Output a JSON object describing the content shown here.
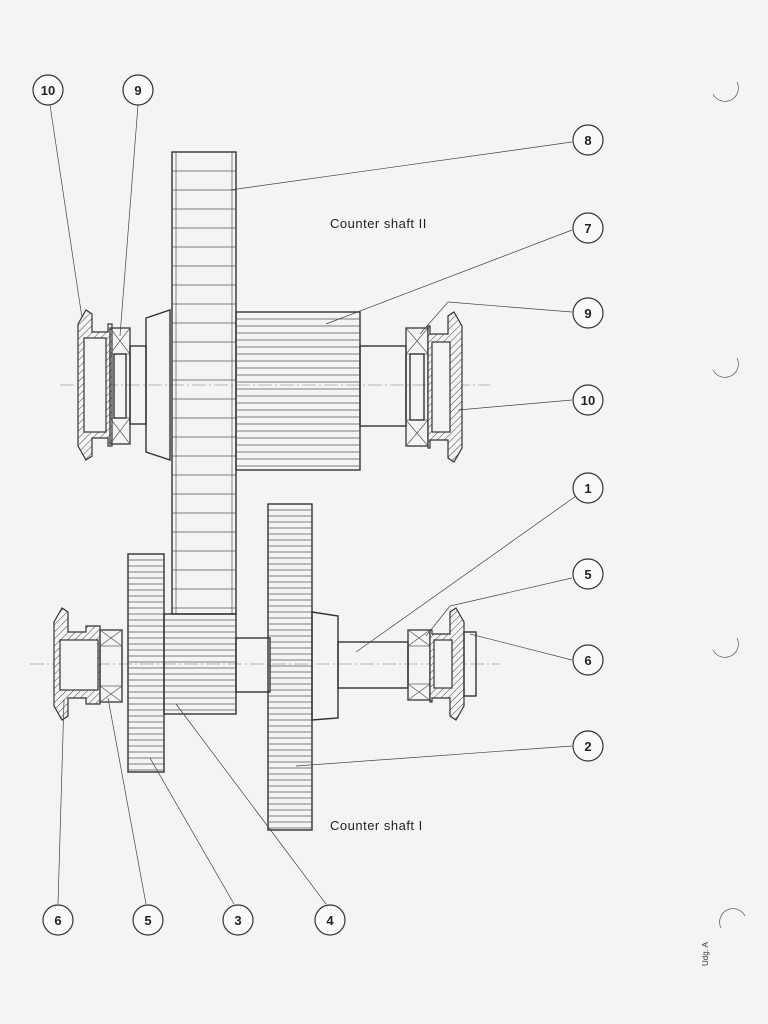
{
  "labels": {
    "counter_shaft_2": "Counter  shaft  II",
    "counter_shaft_1": "Counter  shaft  I",
    "sheet_ref": "Udg. A"
  },
  "callouts": {
    "c10_top_left": "10",
    "c9_top_left": "9",
    "c8": "8",
    "c7": "7",
    "c9_right": "9",
    "c10_right": "10",
    "c1": "1",
    "c5_right": "5",
    "c6_right": "6",
    "c2": "2",
    "c6_bottom": "6",
    "c5_bottom": "5",
    "c3": "3",
    "c4": "4"
  }
}
